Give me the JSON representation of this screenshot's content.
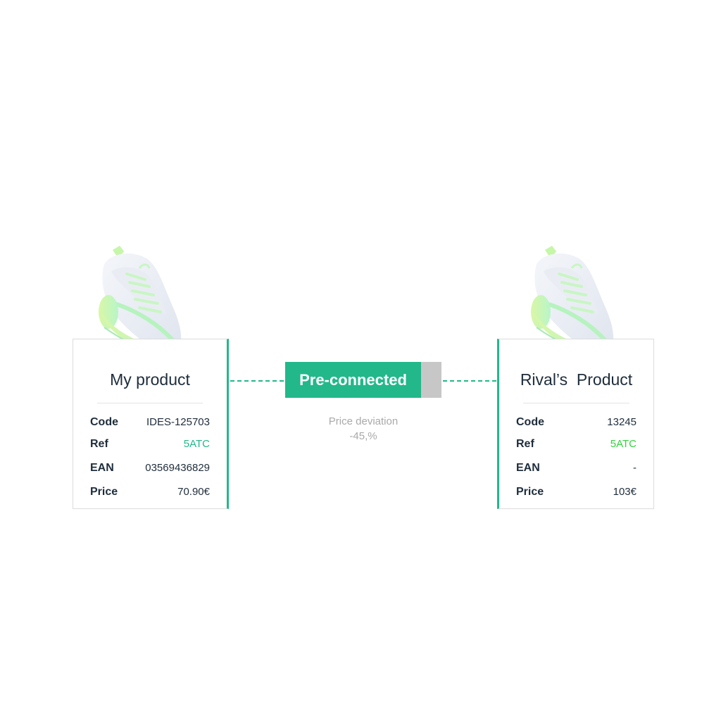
{
  "colors": {
    "accent": "#22b88a",
    "ref_left": "#22b88a",
    "ref_right": "#33d33d",
    "muted": "#a9a9a9",
    "badge_tail": "#c7c7c7"
  },
  "my_product": {
    "image": "sneaker-image",
    "title": "My product",
    "fields": [
      {
        "label": "Code",
        "value": "IDES-125703"
      },
      {
        "label": "Ref",
        "value": "5ATC"
      },
      {
        "label": "EAN",
        "value": "03569436829"
      },
      {
        "label": "Price",
        "value": "70.90€"
      }
    ]
  },
  "rival_product": {
    "image": "sneaker-image",
    "title": "Rival’s  Product",
    "fields": [
      {
        "label": "Code",
        "value": "13245"
      },
      {
        "label": "Ref",
        "value": "5ATC"
      },
      {
        "label": "EAN",
        "value": "-"
      },
      {
        "label": "Price",
        "value": "103€"
      }
    ]
  },
  "connection": {
    "status": "Pre-connected",
    "price_deviation_label": "Price deviation",
    "price_deviation_value": "-45,%"
  }
}
